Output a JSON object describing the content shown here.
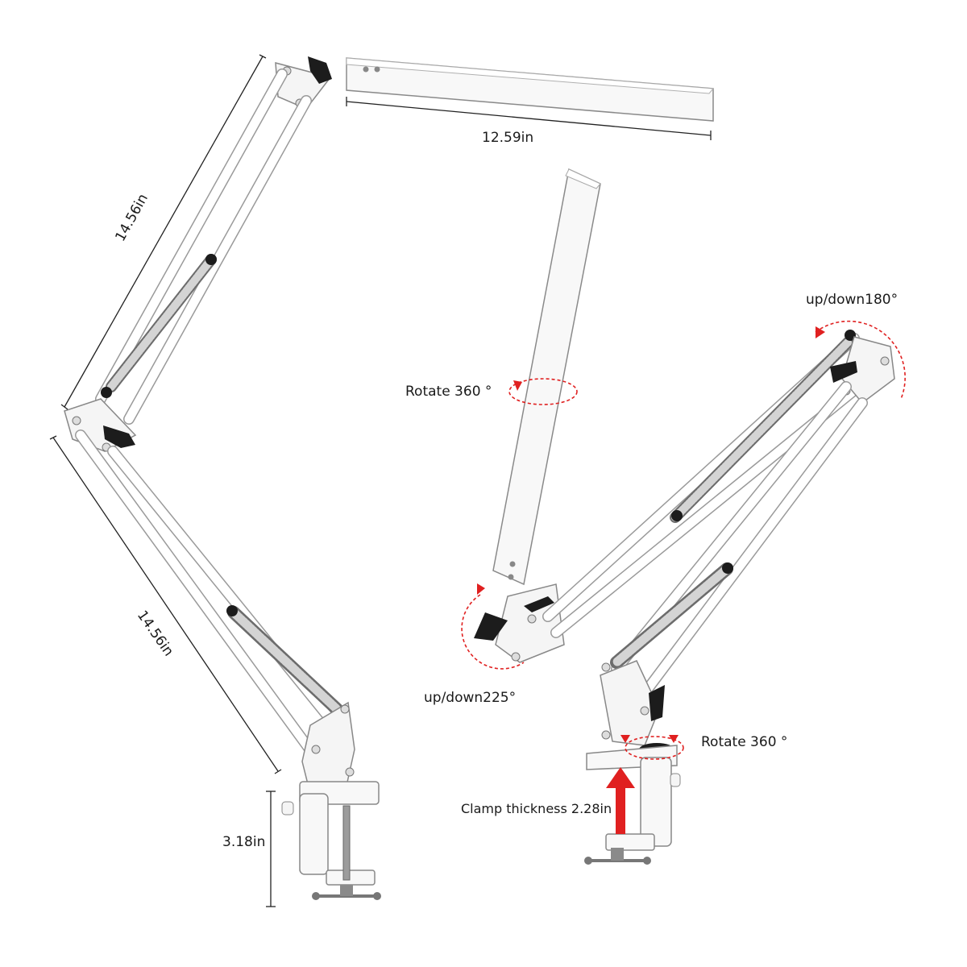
{
  "dimensions": {
    "lamp_head_length": "12.59in",
    "upper_arm_length": "14.56in",
    "lower_arm_length": "14.56in",
    "clamp_height": "3.18in"
  },
  "annotations": {
    "head_rotate": "Rotate 360 °",
    "head_updown": "up/down225°",
    "elbow_updown": "up/down180°",
    "base_rotate": "Rotate 360 °",
    "clamp_thickness": "Clamp thickness 2.28in"
  },
  "colors": {
    "arrow_red": "#e02020",
    "metal_white": "#f7f7f7",
    "outline": "#8a8a8a",
    "spring": "#8d8d8d",
    "knob": "#1c1c1c"
  }
}
